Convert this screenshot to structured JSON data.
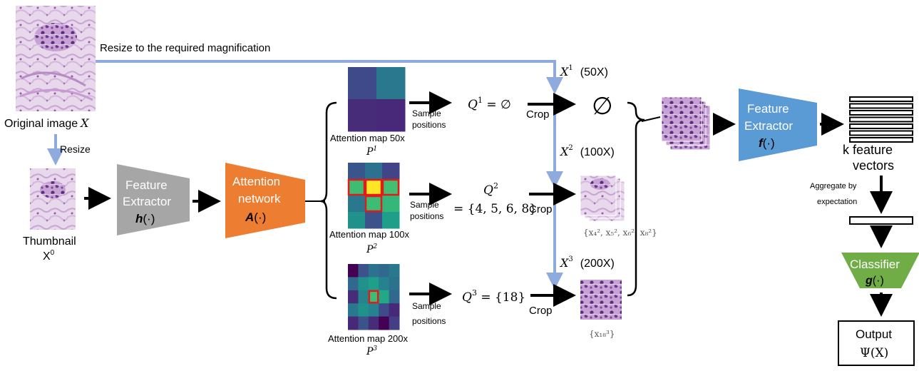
{
  "labels": {
    "resize_to_mag": "Resize to the required magnification",
    "original_image": "Original image",
    "original_image_var": "X",
    "resize": "Resize",
    "thumbnail": "Thumbnail",
    "thumbnail_var": "X",
    "thumbnail_var_sup": "0",
    "fe_h_line1": "Feature",
    "fe_h_line2": "Extractor",
    "fe_h_fn": "h",
    "fe_h_arg": "(·)",
    "att_line1": "Attention",
    "att_line2": "network",
    "att_fn": "A",
    "att_arg": "(·)",
    "attmap50": "Attention map 50x",
    "attmap100": "Attention map 100x",
    "attmap200": "Attention map 200x",
    "p1": "P",
    "p1_sup": "1",
    "p2": "P",
    "p2_sup": "2",
    "p3": "P",
    "p3_sup": "3",
    "sample_positions_1": "Sample",
    "sample_positions_2": "positions",
    "q1_lhs": "Q",
    "q1_sup": "1",
    "q1_rhs": " = ∅",
    "q2_lhs": "Q",
    "q2_sup": "2",
    "q2_rhs": "= {4, 5, 6, 8}",
    "q3_lhs": "Q",
    "q3_sup": "3",
    "q3_rhs": " = {18}",
    "crop": "Crop",
    "x1": "X",
    "x1_sup": "1",
    "x1_mag": "(50X)",
    "x2": "X",
    "x2_sup": "2",
    "x2_mag": "(100X)",
    "x3": "X",
    "x3_sup": "3",
    "x3_mag": "(200X)",
    "empty_set": "∅",
    "set_x2": "{x₄², x₅², x₆², x₈²}",
    "set_x3": "{x₁₈³}",
    "fe_f_line1": "Feature",
    "fe_f_line2": "Extractor",
    "fe_f_fn": "f",
    "fe_f_arg": "(·)",
    "k_line1": "k feature",
    "k_line2": "vectors",
    "agg_line1": "Aggregate by",
    "agg_line2": "expectation",
    "classifier": "Classifier",
    "cls_fn": "g",
    "cls_arg": "(·)",
    "output": "Output",
    "output_expr": "Ψ(X)"
  },
  "colors": {
    "gray_trapezoid": "#a6a6a6",
    "orange_trapezoid": "#ed7d31",
    "blue_trapezoid": "#5b9bd5",
    "green_trapezoid": "#70ad47",
    "flow_line": "#8faadc",
    "highlight": "#e31a1c"
  },
  "attention_maps": {
    "m50": [
      [
        "#3e4a89",
        "#2a788e"
      ],
      [
        "#472c7a",
        "#482878"
      ]
    ],
    "m100": [
      [
        "#39558c",
        "#2c728e",
        "#414487"
      ],
      [
        "#3fbc73",
        "#fde725",
        "#43bf71"
      ],
      [
        "#2a788e",
        "#3dbc74",
        "#35b779"
      ],
      [
        "#21918c",
        "#3b528b",
        "#1f9e89"
      ]
    ],
    "m100_highlight": [
      [
        1,
        0
      ],
      [
        1,
        1
      ],
      [
        1,
        2
      ],
      [
        2,
        1
      ]
    ],
    "m200": [
      [
        "#440154",
        "#3b528b",
        "#2c728e",
        "#31688e",
        "#2a788e"
      ],
      [
        "#31688e",
        "#21918c",
        "#1f9e89",
        "#26828e",
        "#2c728e"
      ],
      [
        "#472c7a",
        "#25848e",
        "#3dbc74",
        "#22a884",
        "#31688e"
      ],
      [
        "#2a788e",
        "#21918c",
        "#26828e",
        "#3e4a89",
        "#482878"
      ],
      [
        "#482878",
        "#3b528b",
        "#472c7a",
        "#440154",
        "#433e85"
      ]
    ],
    "m200_highlight": [
      [
        2,
        2
      ]
    ]
  }
}
